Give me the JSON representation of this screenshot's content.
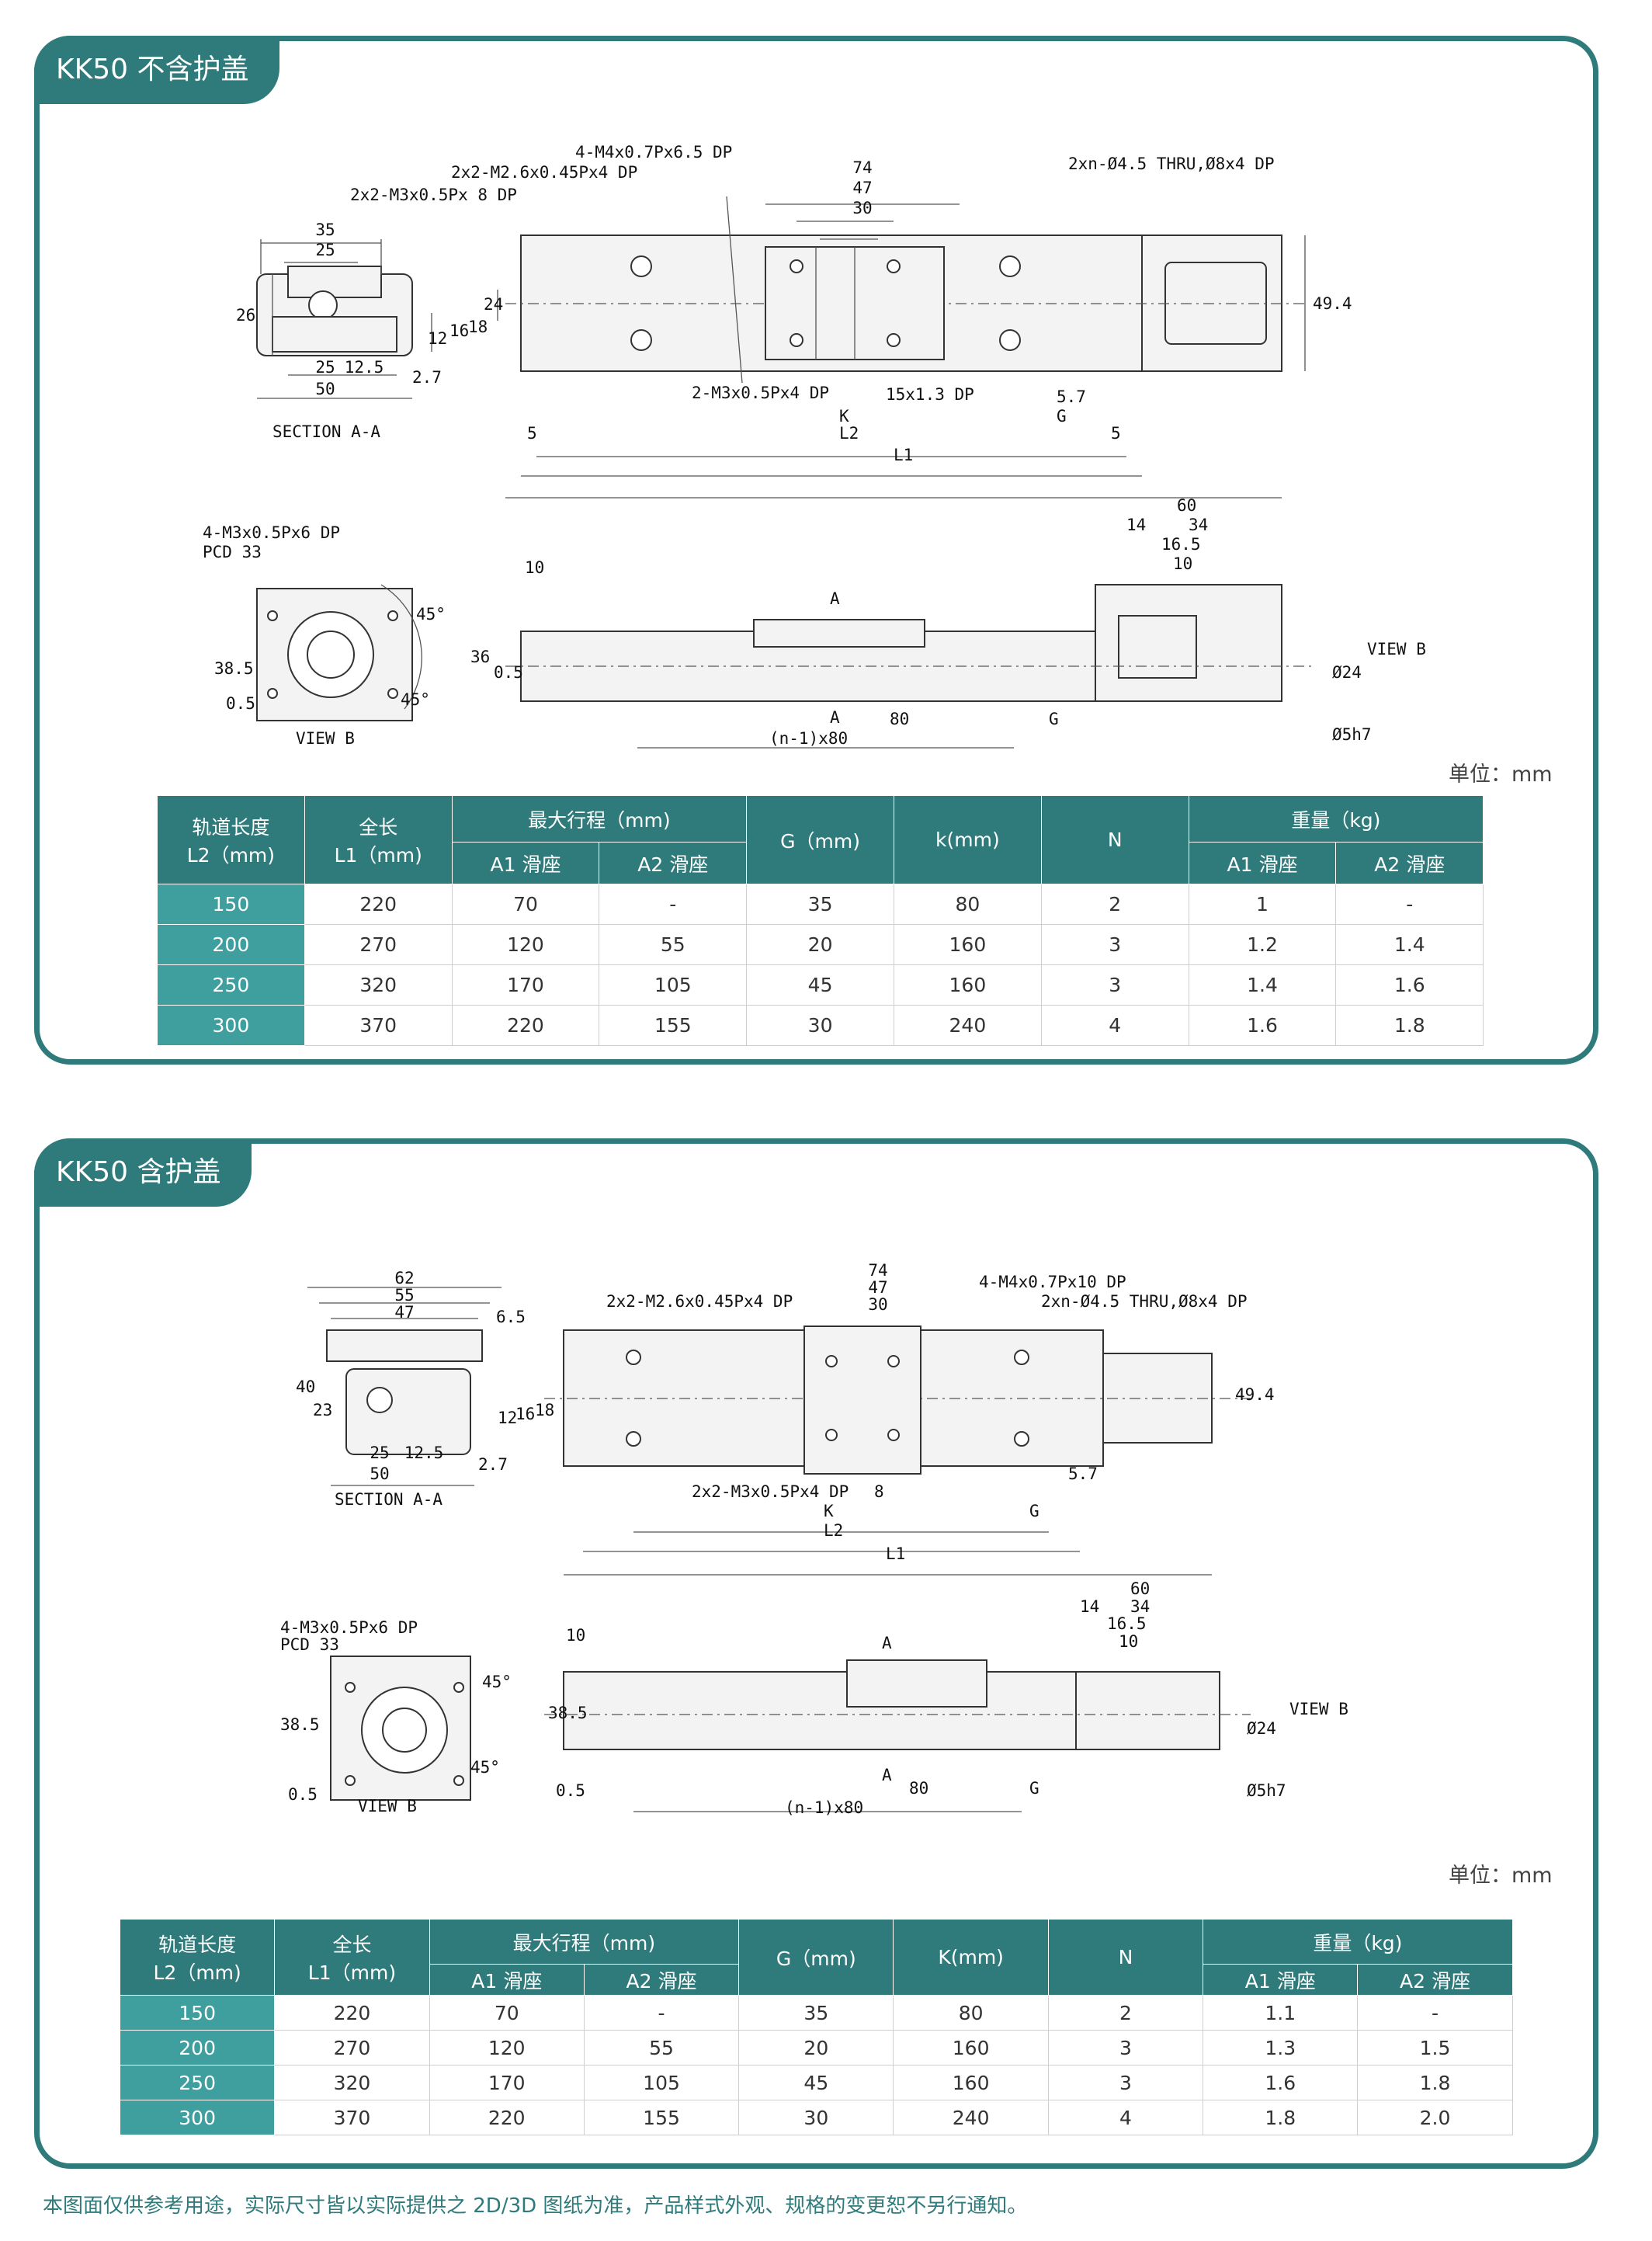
{
  "footnote": "本图面仅供参考用途，实际尺寸皆以实际提供之 2D/3D 图纸为准，产品样式外观、规格的变更恕不另行通知。",
  "sections": [
    {
      "title": "KK50 不含护盖",
      "unit": "单位：mm",
      "labels": {
        "sec_w1": "35",
        "sec_w2": "25",
        "sec_h1": "26",
        "sec_b1": "25",
        "sec_b2": "12.5",
        "sec_b3": "50",
        "sec_b4": "2.7",
        "sec_v1": "12",
        "sec_v2": "16",
        "sec_v3": "18",
        "section_aa": "SECTION A-A",
        "m3_tap": "2x2-M3x0.5Px 8 DP",
        "m26_tap": "2x2-M2.6x0.45Px4 DP",
        "m4_tap": "4-M4x0.7Px6.5 DP",
        "thru": "2xn-Ø4.5 THRU,Ø8x4 DP",
        "d74": "74",
        "d47": "47",
        "d30": "30",
        "d24": "24",
        "d494": "49.4",
        "m3b_tap": "2-M3x0.5Px4 DP",
        "d15x13": "15x1.3 DP",
        "d57": "5.7",
        "dK": "K",
        "dG": "G",
        "dL2": "L2",
        "dL1": "L1",
        "d5a": "5",
        "d5b": "5",
        "vb_tap": "4-M3x0.5Px6 DP",
        "pcd": "PCD 33",
        "d385": "38.5",
        "d05": "0.5",
        "d45a": "45°",
        "d45b": "45°",
        "view_b": "VIEW B",
        "d10": "10",
        "d36": "36",
        "d05b": "0.5",
        "sA1": "A",
        "sA2": "A",
        "d80": "80",
        "dG2": "G",
        "dn80": "(n-1)x80",
        "d60": "60",
        "d14": "14",
        "d34": "34",
        "d165": "16.5",
        "d10b": "10",
        "d24tol": "Ø24",
        "dh7": "Ø5h7",
        "view_b2": "VIEW B"
      },
      "table": {
        "headers": {
          "rail": "轨道长度\nL2（mm)",
          "full": "全长\nL1（mm)",
          "stroke": "最大行程（mm)",
          "a1": "A1 滑座",
          "a2": "A2 滑座",
          "g": "G（mm)",
          "k": "k(mm)",
          "n": "N",
          "weight": "重量（kg)",
          "wa1": "A1 滑座",
          "wa2": "A2 滑座"
        },
        "rows": [
          [
            "150",
            "220",
            "70",
            "-",
            "35",
            "80",
            "2",
            "1",
            "-"
          ],
          [
            "200",
            "270",
            "120",
            "55",
            "20",
            "160",
            "3",
            "1.2",
            "1.4"
          ],
          [
            "250",
            "320",
            "170",
            "105",
            "45",
            "160",
            "3",
            "1.4",
            "1.6"
          ],
          [
            "300",
            "370",
            "220",
            "155",
            "30",
            "240",
            "4",
            "1.6",
            "1.8"
          ]
        ]
      }
    },
    {
      "title": "KK50 含护盖",
      "unit": "单位：mm",
      "labels": {
        "sec_w1": "62",
        "sec_w2": "55",
        "sec_w3": "47",
        "sec_h65": "6.5",
        "sec_h40": "40",
        "sec_h23": "23",
        "sec_b1": "25",
        "sec_b2": "12.5",
        "sec_b3": "50",
        "sec_b4": "2.7",
        "sec_v1": "12",
        "sec_v2": "16",
        "sec_v3": "18",
        "section_aa": "SECTION A-A",
        "m26_tap": "2x2-M2.6x0.45Px4 DP",
        "m4_tap": "4-M4x0.7Px10 DP",
        "thru": "2xn-Ø4.5 THRU,Ø8x4 DP",
        "d74": "74",
        "d47": "47",
        "d30": "30",
        "d494": "49.4",
        "m3b_tap": "2x2-M3x0.5Px4 DP",
        "d8": "8",
        "d57": "5.7",
        "dK": "K",
        "dG": "G",
        "dL2": "L2",
        "dL1": "L1",
        "vb_tap": "4-M3x0.5Px6 DP",
        "pcd": "PCD 33",
        "d385": "38.5",
        "d05": "0.5",
        "d45a": "45°",
        "d45b": "45°",
        "view_b": "VIEW B",
        "d10": "10",
        "d385b": "38.5",
        "d05b": "0.5",
        "sA1": "A",
        "sA2": "A",
        "d80": "80",
        "dG2": "G",
        "dn80": "(n-1)x80",
        "d60": "60",
        "d14": "14",
        "d34": "34",
        "d165": "16.5",
        "d10b": "10",
        "d24tol": "Ø24",
        "dh7": "Ø5h7",
        "view_b2": "VIEW B"
      },
      "table": {
        "headers": {
          "rail": "轨道长度\nL2（mm)",
          "full": "全长\nL1（mm)",
          "stroke": "最大行程（mm)",
          "a1": "A1 滑座",
          "a2": "A2 滑座",
          "g": "G（mm)",
          "k": "K(mm)",
          "n": "N",
          "weight": "重量（kg)",
          "wa1": "A1 滑座",
          "wa2": "A2 滑座"
        },
        "rows": [
          [
            "150",
            "220",
            "70",
            "-",
            "35",
            "80",
            "2",
            "1.1",
            "-"
          ],
          [
            "200",
            "270",
            "120",
            "55",
            "20",
            "160",
            "3",
            "1.3",
            "1.5"
          ],
          [
            "250",
            "320",
            "170",
            "105",
            "45",
            "160",
            "3",
            "1.6",
            "1.8"
          ],
          [
            "300",
            "370",
            "220",
            "155",
            "30",
            "240",
            "4",
            "1.8",
            "2.0"
          ]
        ]
      }
    }
  ]
}
